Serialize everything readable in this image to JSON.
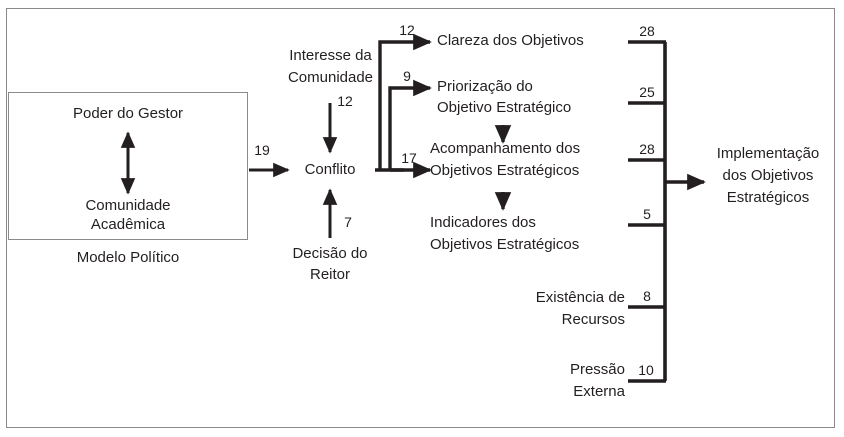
{
  "diagram": {
    "title_hidden": "",
    "outer_frame": {
      "label": "diagram-frame"
    },
    "groups": {
      "modelo_politico": {
        "caption": "Modelo Político",
        "nodes": [
          {
            "id": "poder-gestor",
            "label": "Poder do Gestor"
          },
          {
            "id": "comunidade-academica",
            "line1": "Comunidade",
            "line2": "Acadêmica"
          }
        ],
        "internal_link": {
          "type": "double-arrow",
          "from": "poder-gestor",
          "to": "comunidade-academica"
        }
      }
    },
    "nodes": {
      "interesse_comunidade": {
        "line1": "Interesse da",
        "line2": "Comunidade"
      },
      "conflito": {
        "label": "Conflito"
      },
      "decisao_reitor": {
        "line1": "Decisão do",
        "line2": "Reitor"
      },
      "clareza": {
        "line1": "Clareza dos Objetivos"
      },
      "priorizacao": {
        "line1": "Priorização do",
        "line2": "Objetivo Estratégico"
      },
      "acompanhamento": {
        "line1": "Acompanhamento dos",
        "line2": "Objetivos Estratégicos"
      },
      "indicadores": {
        "line1": "Indicadores dos",
        "line2": "Objetivos Estratégicos"
      },
      "existencia_recursos": {
        "line1": "Existência de",
        "line2": "Recursos"
      },
      "pressao_externa": {
        "line1": "Pressão",
        "line2": "Externa"
      },
      "implementacao": {
        "line1": "Implementação",
        "line2": "dos Objetivos",
        "line3": "Estratégicos"
      }
    },
    "edge_weights": {
      "modelo_to_conflito": "19",
      "interesse_to_conflito": "12",
      "decisao_to_conflito": "7",
      "conflito_to_clareza": "12",
      "conflito_to_priorizacao": "9",
      "conflito_to_acompanhamento": "17",
      "clareza_to_impl": "28",
      "priorizacao_to_impl": "25",
      "acompanhamento_to_impl": "28",
      "indicadores_to_impl": "5",
      "recursos_to_impl": "8",
      "pressao_to_impl": "10"
    },
    "colors": {
      "stroke": "#231f20",
      "frame": "#8a8a8a",
      "text": "#231f20",
      "background": "#ffffff"
    }
  }
}
